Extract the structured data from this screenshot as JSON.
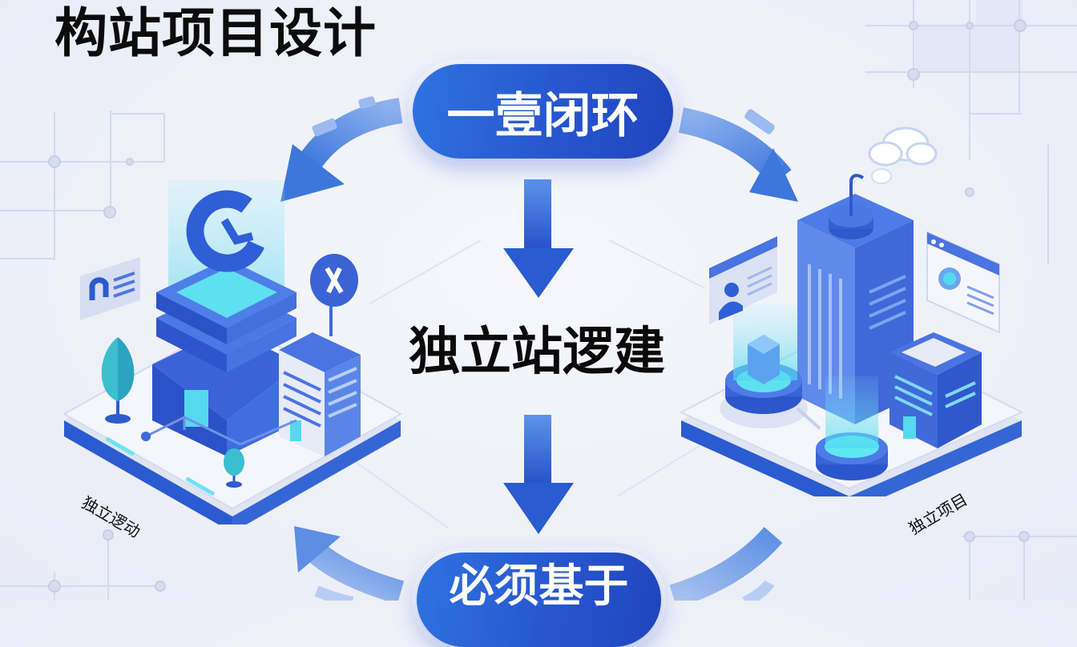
{
  "title": "构站项目设计",
  "flow": {
    "top_node": "一壹闭环",
    "center_node": "独立站逻建",
    "bottom_node": "必须基于"
  },
  "platforms": {
    "left": {
      "label": "独立逻动"
    },
    "right": {
      "label": "独立项目"
    }
  },
  "arrows": [
    {
      "name": "top-to-left",
      "direction": "curved-down-left"
    },
    {
      "name": "top-to-right",
      "direction": "curved-down-right"
    },
    {
      "name": "top-to-center",
      "direction": "down"
    },
    {
      "name": "center-to-bottom",
      "direction": "down"
    },
    {
      "name": "bottom-to-left",
      "direction": "curved-up-left"
    },
    {
      "name": "bottom-to-right",
      "direction": "curved-up-right"
    }
  ],
  "colors": {
    "primary_blue": "#2756cf",
    "light_blue": "#5b8ee8",
    "cyan_glow": "#4fe0f0",
    "background": "#eef0f8",
    "text": "#0a0a0a"
  }
}
